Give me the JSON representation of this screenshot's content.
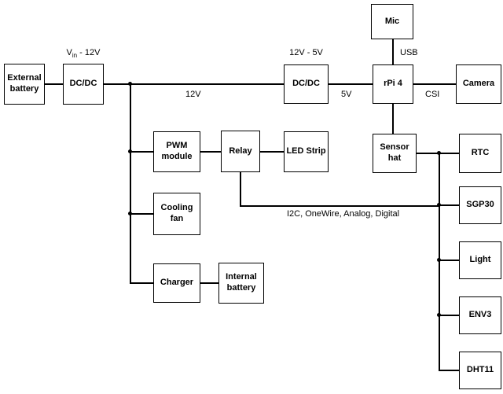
{
  "diagram": {
    "nodes": {
      "external_battery": "External battery",
      "dcdc1": "DC/DC",
      "dcdc2": "DC/DC",
      "mic": "Mic",
      "rpi4": "rPi 4",
      "camera": "Camera",
      "pwm_module": "PWM module",
      "relay": "Relay",
      "led_strip": "LED Strip",
      "sensor_hat": "Sensor hat",
      "rtc": "RTC",
      "cooling_fan": "Cooling fan",
      "sgp30": "SGP30",
      "charger": "Charger",
      "internal_battery": "Internal battery",
      "light": "Light",
      "env3": "ENV3",
      "dht11": "DHT11"
    },
    "edge_labels": {
      "vin_prefix": "V",
      "vin_sub": "in",
      "vin_suffix": " - 12V",
      "dc_conversion": "12V - 5V",
      "usb": "USB",
      "bus_12v": "12V",
      "bus_5v": "5V",
      "csi": "CSI",
      "sensor_bus": "I2C, OneWire, Analog, Digital"
    }
  }
}
